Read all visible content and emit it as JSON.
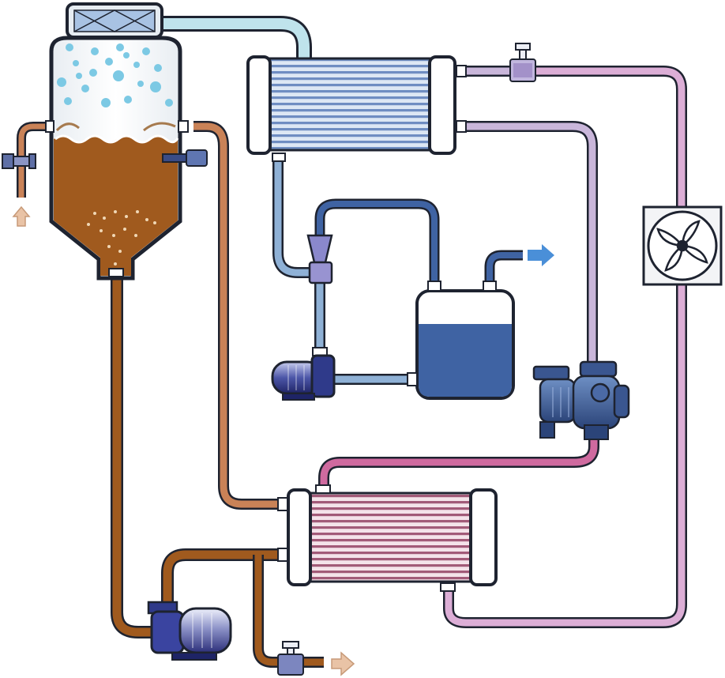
{
  "diagram": {
    "components": [
      "evaporator-vessel",
      "condenser-heat-exchanger",
      "heating-heat-exchanger",
      "vacuum-ejector",
      "water-tank",
      "water-circulation-pump",
      "refrigerant-compressor",
      "cooling-fan",
      "product-circulation-pump",
      "expansion-valve",
      "inlet-valve",
      "outlet-valve",
      "level-sensor"
    ],
    "flows": {
      "product_inlet": "up-arrow",
      "concentrate_outlet": "right-arrow",
      "vacuum_exhaust": "right-arrow"
    },
    "colors": {
      "product": "#a05a1e",
      "product_light": "#c98257",
      "vapor": "#bfe3ec",
      "water": "#3f63a3",
      "water_light": "#8fb1d6",
      "refrigerant_hot": "#cf6a9f",
      "refrigerant_cool": "#dcaed6",
      "refrigerant_lavender": "#c9b6da",
      "outline": "#1e2330"
    }
  }
}
